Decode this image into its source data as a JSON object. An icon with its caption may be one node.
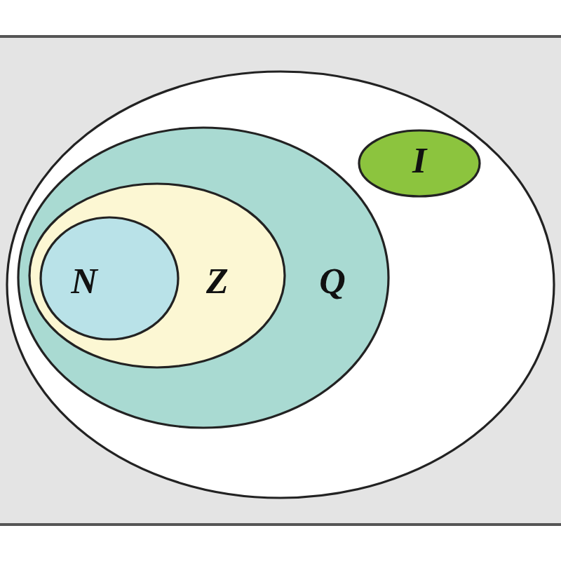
{
  "diagram": {
    "nodes": [
      {
        "text": [],
        "shape": "ellipse"
      },
      {
        "text": [
          "Q"
        ],
        "in": 0
      },
      {
        "text": [
          "Z"
        ],
        "in": 1
      },
      {
        "text": [
          "N"
        ],
        "in": 2
      },
      {
        "text": [
          "I"
        ],
        "in": 0
      }
    ]
  }
}
